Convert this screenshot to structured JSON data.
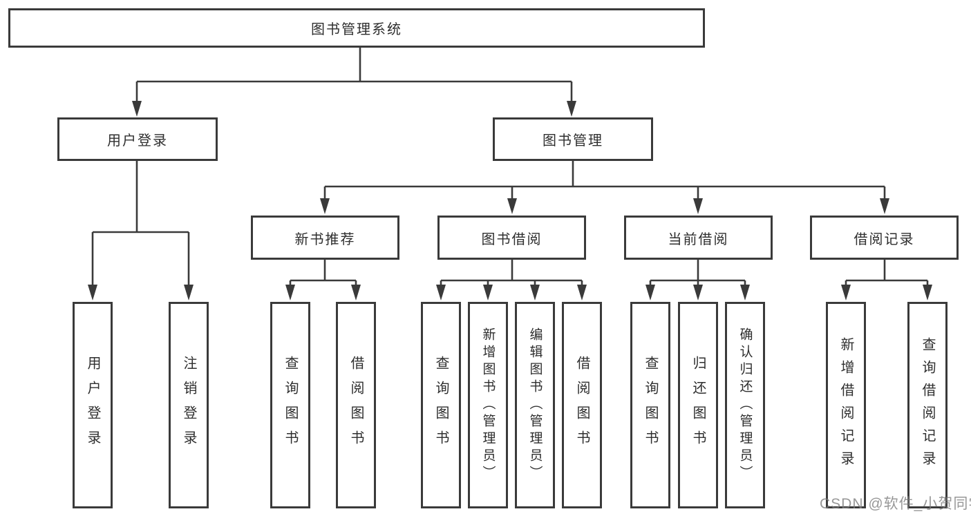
{
  "diagram": {
    "root": {
      "label": "图书管理系统"
    },
    "level2": [
      {
        "id": "user-login",
        "label": "用户登录"
      },
      {
        "id": "book-management",
        "label": "图书管理"
      }
    ],
    "level3": [
      {
        "id": "new-book-recommend",
        "label": "新书推荐"
      },
      {
        "id": "book-borrow",
        "label": "图书借阅"
      },
      {
        "id": "current-borrow",
        "label": "当前借阅"
      },
      {
        "id": "borrow-record",
        "label": "借阅记录"
      }
    ],
    "leaves": [
      {
        "id": "user-login",
        "label": "用户登录"
      },
      {
        "id": "logout",
        "label": "注销登录"
      },
      {
        "id": "query-book-recommend",
        "label": "查询图书"
      },
      {
        "id": "borrow-book-recommend",
        "label": "借阅图书"
      },
      {
        "id": "query-book-borrow",
        "label": "查询图书"
      },
      {
        "id": "add-book-admin",
        "label": "新增图书（管理员）"
      },
      {
        "id": "edit-book-admin",
        "label": "编辑图书（管理员）"
      },
      {
        "id": "borrow-book-borrow",
        "label": "借阅图书"
      },
      {
        "id": "query-book-current",
        "label": "查询图书"
      },
      {
        "id": "return-book",
        "label": "归还图书"
      },
      {
        "id": "confirm-return-admin",
        "label": "确认归还（管理员）"
      },
      {
        "id": "add-borrow-record",
        "label": "新增借阅记录"
      },
      {
        "id": "query-borrow-record",
        "label": "查询借阅记录"
      }
    ]
  },
  "watermark": {
    "text": "CSDN @软件_小贺同学"
  },
  "colors": {
    "line": "#3a3a3a",
    "text": "#2e2e2e",
    "background": "#ffffff",
    "watermark": "#7d7d7d"
  }
}
